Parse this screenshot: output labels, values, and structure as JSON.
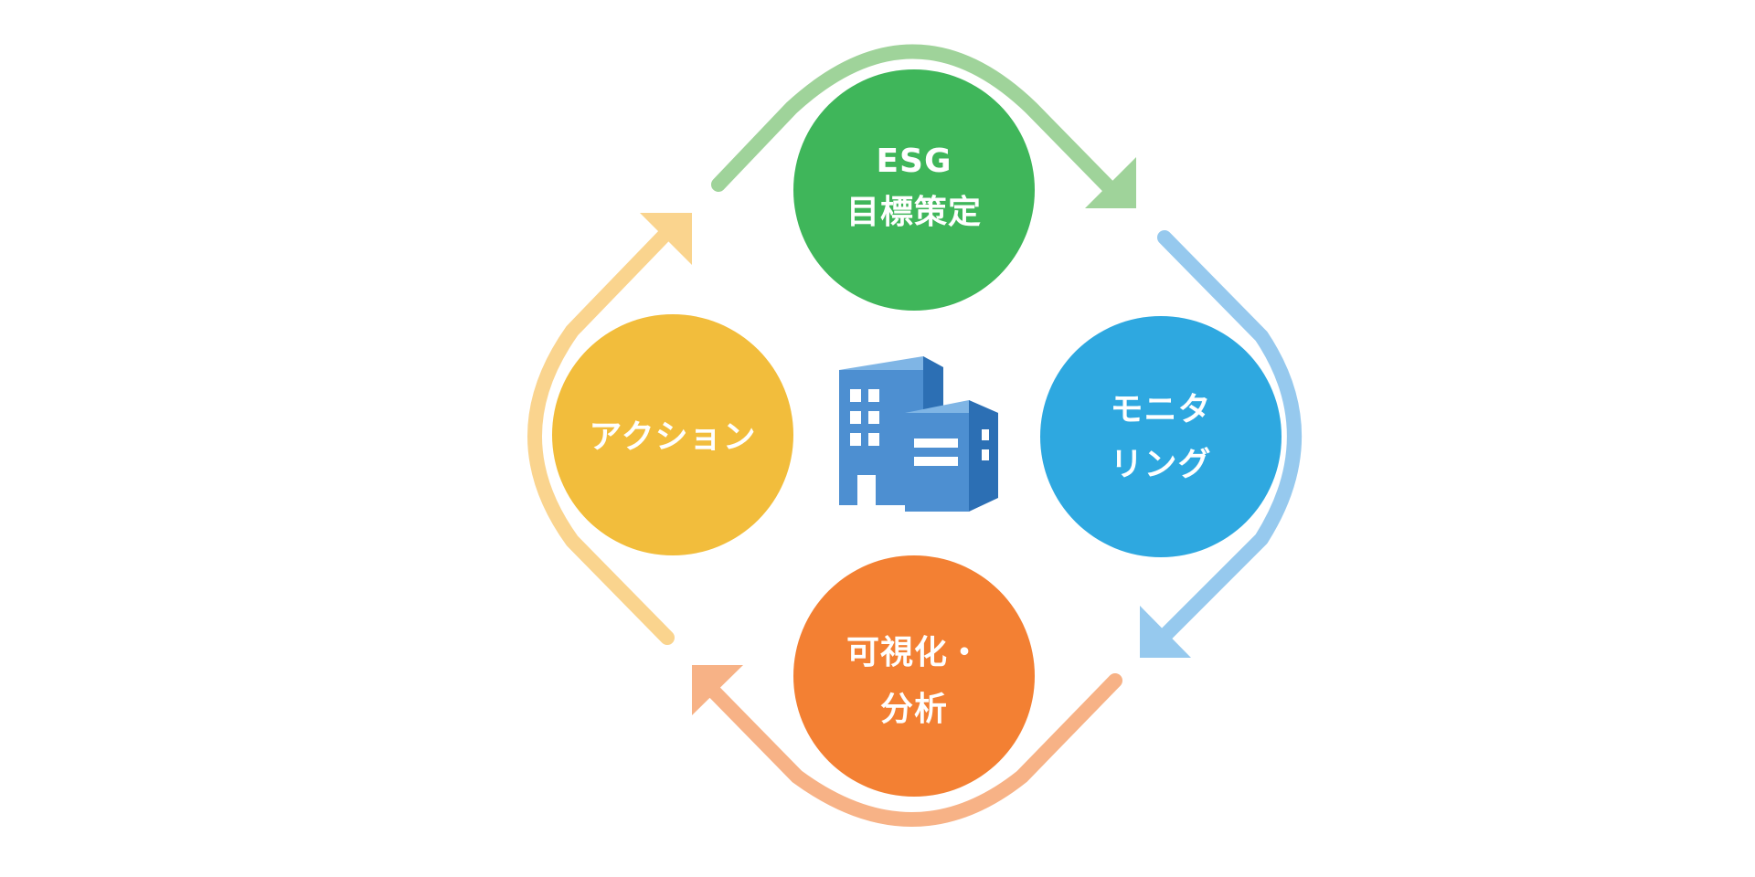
{
  "diagram": {
    "type": "cycle",
    "nodes": [
      {
        "id": "esg-goal",
        "line1": "ESG",
        "line2": "目標策定",
        "color": "#3fb65a"
      },
      {
        "id": "monitoring",
        "line1": "モニタ",
        "line2": "リング",
        "color": "#2ea8e0"
      },
      {
        "id": "visualization",
        "line1": "可視化・",
        "line2": "分析",
        "color": "#f38033"
      },
      {
        "id": "action",
        "line1": "アクション",
        "line2": "",
        "color": "#f2bd3c"
      }
    ],
    "arrow_colors": {
      "top_right": "#9fd39a",
      "bottom_right": "#96c9ee",
      "bottom_left": "#f7b286",
      "top_left": "#fad48e"
    },
    "center_icon": "office-building-icon",
    "building_colors": {
      "front": "#4d8fd1",
      "side": "#2c6fb4",
      "top": "#7fb5e5",
      "window": "#ffffff"
    }
  }
}
